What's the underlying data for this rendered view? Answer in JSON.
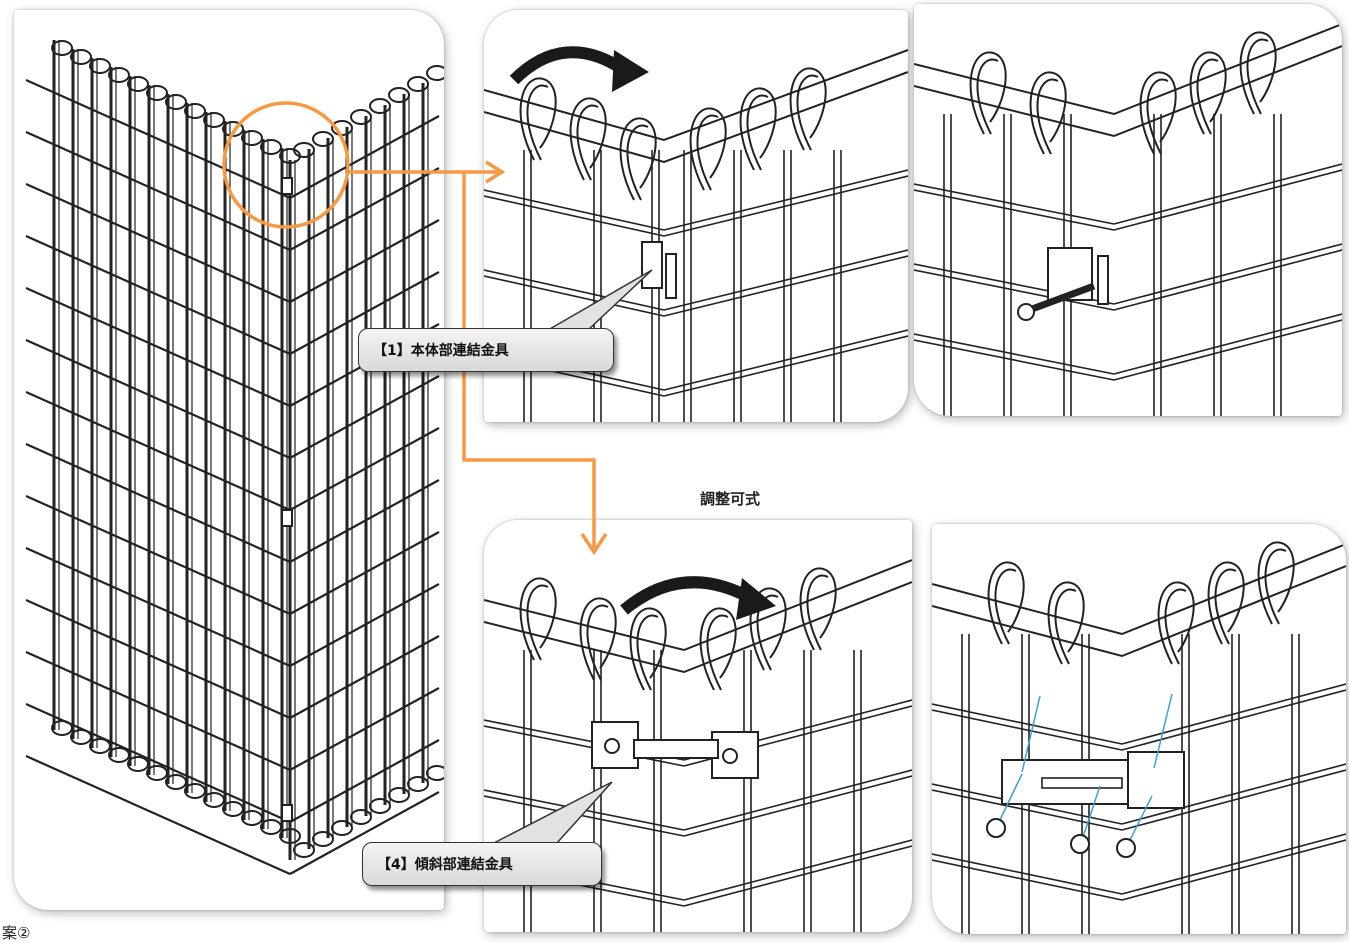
{
  "callouts": {
    "body_connector": "【1】本体部連結金具",
    "slope_connector": "【4】傾斜部連結金具"
  },
  "adjust_label": "調整可式",
  "bottom_note": "案②",
  "colors": {
    "accent_orange": "#f59a42",
    "line_dark": "#222222",
    "arrow_black": "#1a1a1a",
    "bolt_line_blue": "#3aa0d8"
  },
  "icons": [
    "rotate-arrow-icon",
    "pointer-arrow-icon"
  ]
}
